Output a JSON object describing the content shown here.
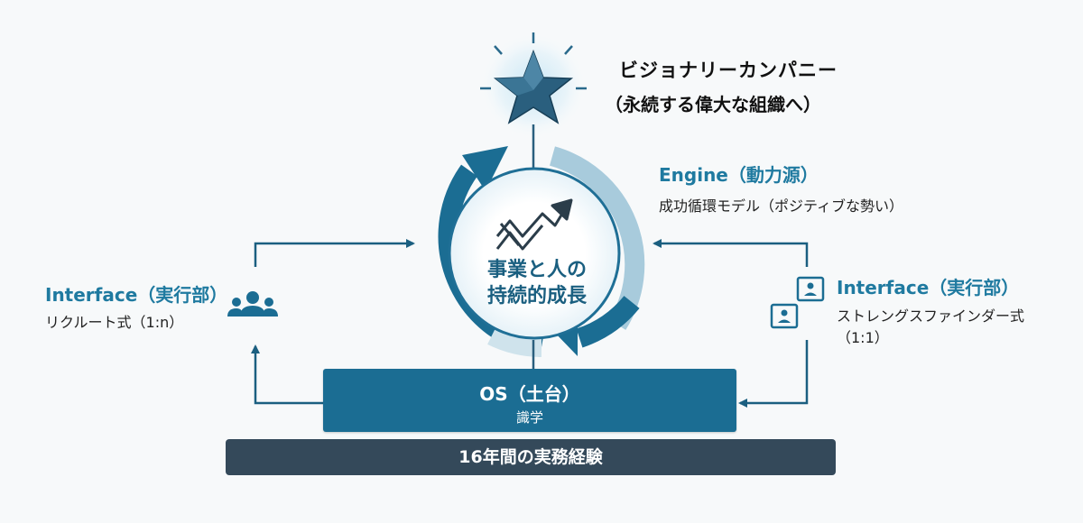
{
  "goal": {
    "title": "ビジョナリーカンパニー",
    "subtitle": "（永続する偉大な組織へ）"
  },
  "engine": {
    "title": "Engine（動力源）",
    "subtitle": "成功循環モデル（ポジティブな勢い）"
  },
  "core": {
    "line1": "事業と人の",
    "line2": "持続的成長"
  },
  "interface_left": {
    "title": "Interface（実行部）",
    "subtitle": "リクルート式（1:n）"
  },
  "interface_right": {
    "title": "Interface（実行部）",
    "subtitle_line1": "ストレングスファインダー式",
    "subtitle_line2": "（1:1）"
  },
  "os": {
    "title": "OS（土台）",
    "subtitle": "識学"
  },
  "foundation": {
    "label": "16年間の実務経験"
  },
  "colors": {
    "primary_blue": "#1b6d93",
    "accent_blue": "#1f7aa0",
    "dark_navy": "#34495a",
    "star_blue": "#2a5f7e"
  },
  "icons": [
    "star-icon",
    "growth-chart-icon",
    "group-icon",
    "person-card-icon"
  ]
}
